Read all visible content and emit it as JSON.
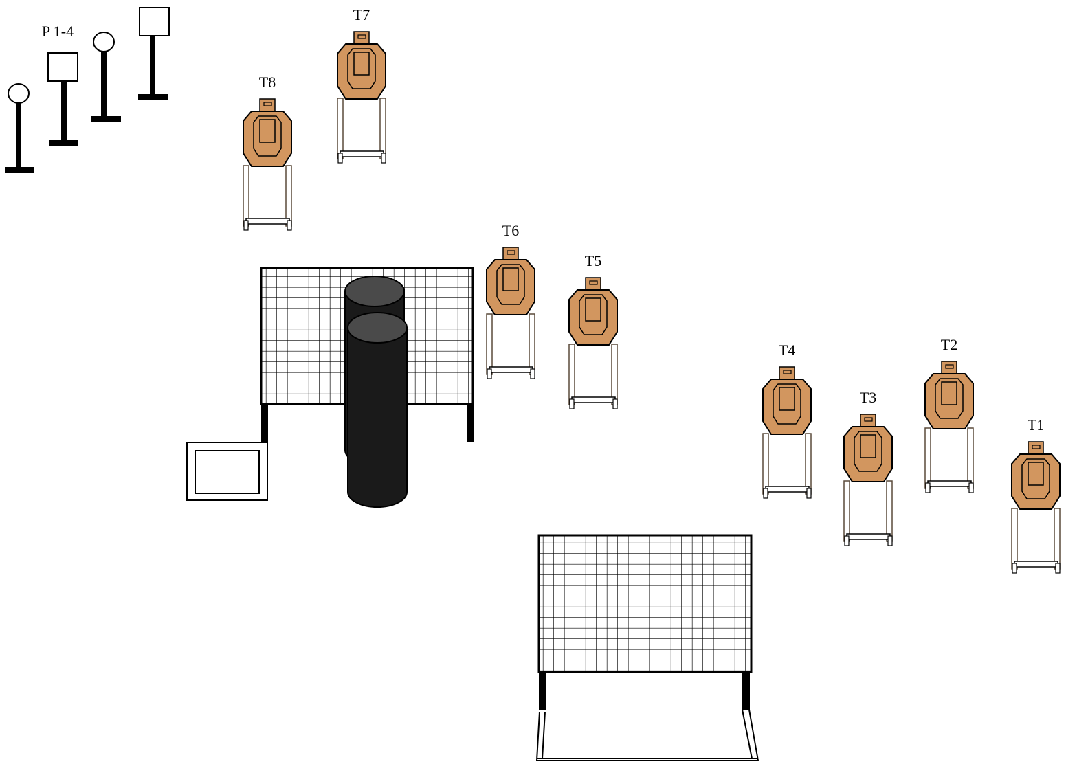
{
  "popper_label": "P 1-4",
  "targets": [
    {
      "id": "t1",
      "label": "T1"
    },
    {
      "id": "t2",
      "label": "T2"
    },
    {
      "id": "t3",
      "label": "T3"
    },
    {
      "id": "t4",
      "label": "T4"
    },
    {
      "id": "t5",
      "label": "T5"
    },
    {
      "id": "t6",
      "label": "T6"
    },
    {
      "id": "t7",
      "label": "T7"
    },
    {
      "id": "t8",
      "label": "T8"
    }
  ],
  "colors": {
    "target_fill": "#D2965F",
    "barrel_body": "#1a1a1a",
    "barrel_top": "#4a4a4a",
    "outline": "#000000",
    "stand_frame": "#5a4a3a"
  },
  "icons": [
    "steel-popper-icon",
    "paper-target-icon",
    "barrel-icon",
    "mesh-wall-icon",
    "shooting-box-icon"
  ]
}
